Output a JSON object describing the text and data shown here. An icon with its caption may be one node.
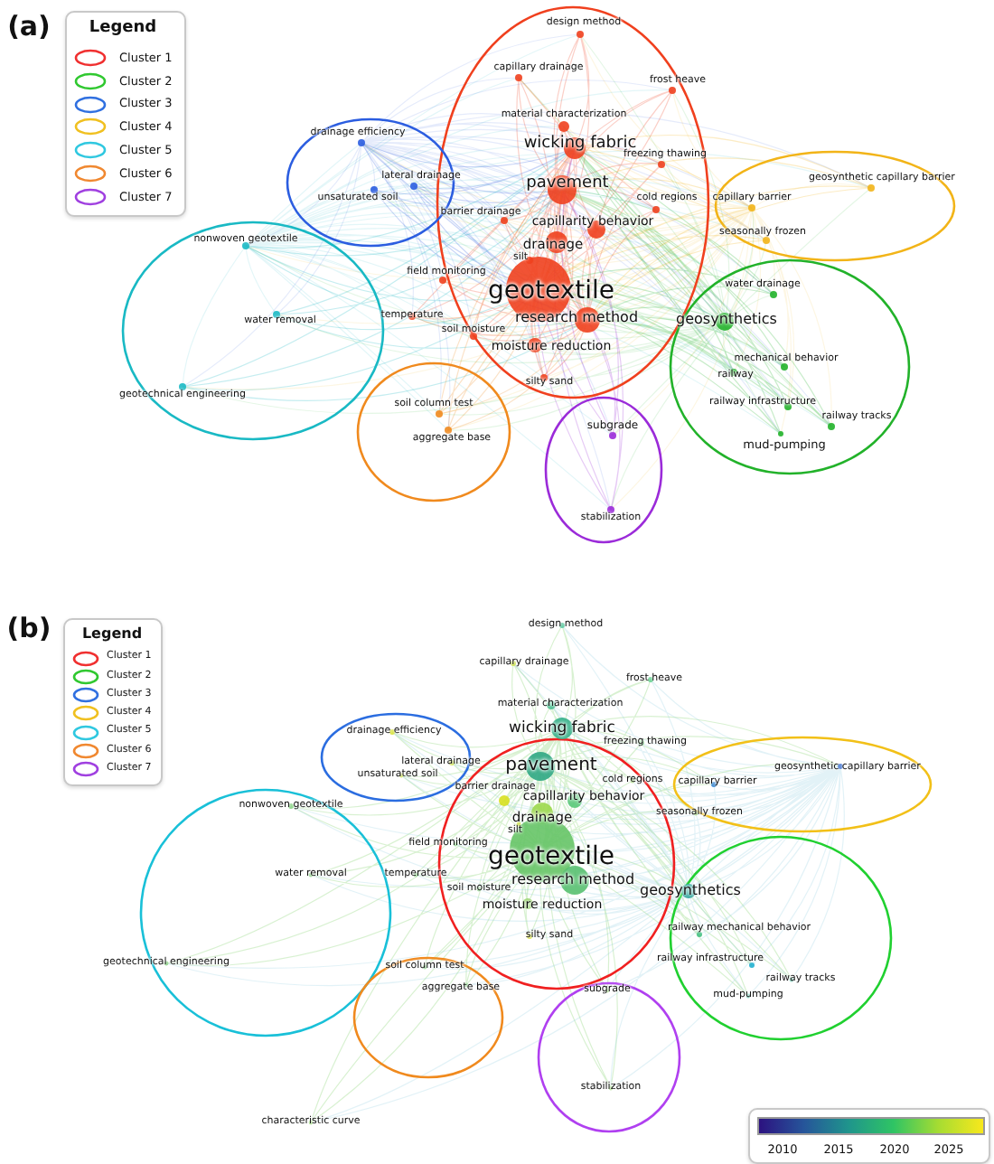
{
  "diagram": {
    "labels": [
      "(a)",
      "Legend",
      "design method",
      "capillary drainage",
      "frost heave",
      "material characterization",
      "wicking fabric",
      "freezing thawing",
      "drainage efficiency",
      "lateral drainage",
      "unsaturated soil",
      "pavement",
      "cold regions",
      "capillary barrier",
      "geosynthetic capillary barrier",
      "barrier drainage",
      "capillarity behavior",
      "seasonally frozen",
      "drainage",
      "nonwoven geotextile",
      "silt",
      "field monitoring",
      "water drainage",
      "geotextile",
      "research method",
      "water removal",
      "temperature",
      "geosynthetics",
      "soil moisture",
      "moisture reduction",
      "mechanical behavior",
      "railway",
      "silty sand",
      "geotechnical engineering",
      "railway infrastructure",
      "soil column test",
      "railway tracks",
      "subgrade",
      "aggregate base",
      "mud-pumping",
      "stabilization",
      "(b)",
      "Legend",
      "design method",
      "capillary drainage",
      "frost heave",
      "material characterization",
      "wicking fabric",
      "drainage efficiency",
      "freezing thawing",
      "pavement",
      "lateral drainage",
      "unsaturated soil",
      "cold regions",
      "capillary barrier",
      "geosynthetic capillary barrier",
      "barrier drainage",
      "capillarity behavior",
      "seasonally frozen",
      "drainage",
      "silt",
      "nonwoven geotextile",
      "field monitoring",
      "geotextile",
      "research method",
      "water removal",
      "temperature",
      "geosynthetics",
      "soil moisture",
      "moisture reduction",
      "railway mechanical behavior",
      "silty sand",
      "railway infrastructure",
      "geotechnical engineering",
      "soil column test",
      "railway tracks",
      "aggregate base",
      "subgrade",
      "mud-pumping",
      "stabilization",
      "characteristic curve",
      "2010",
      "2015",
      "2020",
      "2025"
    ],
    "legend": [
      {
        "text": "Cluster 1",
        "color": "#f03030"
      },
      {
        "text": "Cluster 2",
        "color": "#30c830"
      },
      {
        "text": "Cluster 3",
        "color": "#3070e0"
      },
      {
        "text": "Cluster 4",
        "color": "#f0c020"
      },
      {
        "text": "Cluster 5",
        "color": "#30c8e0"
      },
      {
        "text": "Cluster 6",
        "color": "#f08830"
      },
      {
        "text": "Cluster 7",
        "color": "#a040e0"
      },
      {
        "text": "Cluster 1",
        "color": "#f03030"
      },
      {
        "text": "Cluster 2",
        "color": "#30c830"
      },
      {
        "text": "Cluster 3",
        "color": "#3070e0"
      },
      {
        "text": "Cluster 4",
        "color": "#f0c020"
      },
      {
        "text": "Cluster 5",
        "color": "#30c8e0"
      },
      {
        "text": "Cluster 6",
        "color": "#f08830"
      },
      {
        "text": "Cluster 7",
        "color": "#a040e0"
      }
    ]
  }
}
